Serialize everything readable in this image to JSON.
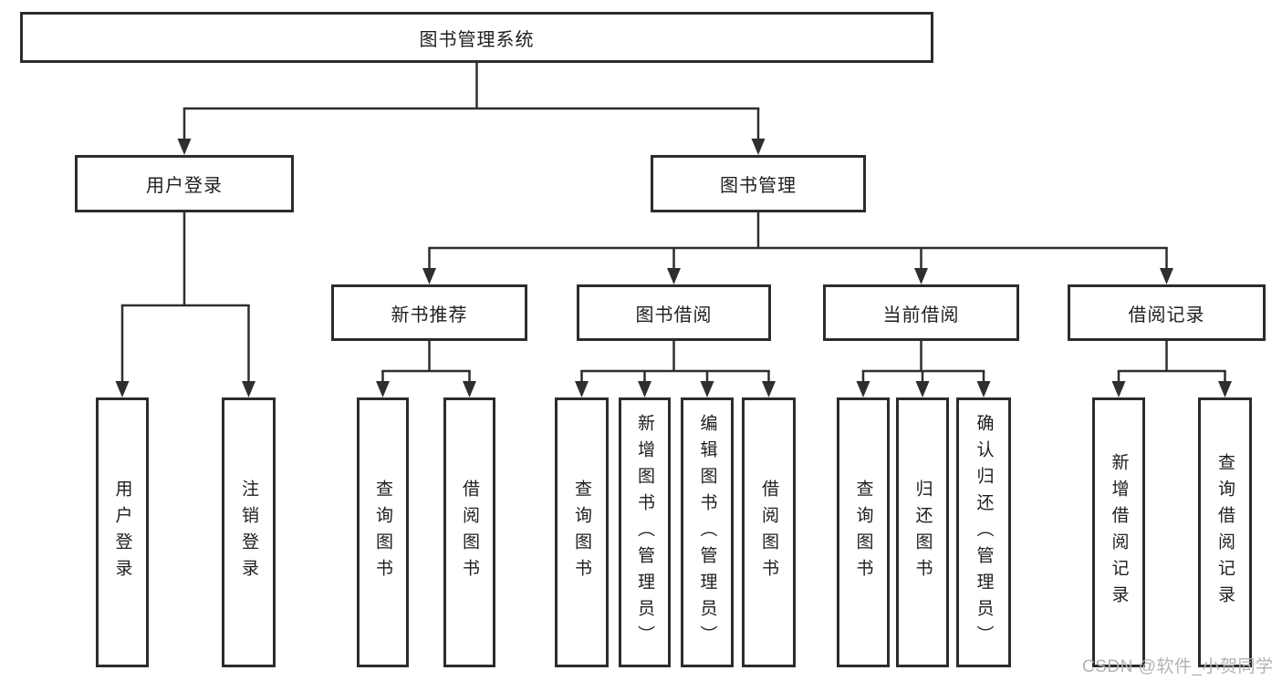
{
  "tree": {
    "label": "图书管理系统",
    "children": [
      {
        "label": "用户登录",
        "children": [
          {
            "label": "用户登录"
          },
          {
            "label": "注销登录"
          }
        ]
      },
      {
        "label": "图书管理",
        "children": [
          {
            "label": "新书推荐",
            "children": [
              {
                "label": "查询图书"
              },
              {
                "label": "借阅图书"
              }
            ]
          },
          {
            "label": "图书借阅",
            "children": [
              {
                "label": "查询图书"
              },
              {
                "label": "新增图书（管理员）"
              },
              {
                "label": "编辑图书（管理员）"
              },
              {
                "label": "借阅图书"
              }
            ]
          },
          {
            "label": "当前借阅",
            "children": [
              {
                "label": "查询图书"
              },
              {
                "label": "归还图书"
              },
              {
                "label": "确认归还（管理员）"
              }
            ]
          },
          {
            "label": "借阅记录",
            "children": [
              {
                "label": "新增借阅记录"
              },
              {
                "label": "查询借阅记录"
              }
            ]
          }
        ]
      }
    ]
  },
  "watermark": {
    "text": "CSDN @软件_小贺同学"
  },
  "colors": {
    "line": "#2e2e2e",
    "box_border": "#2c2c2c",
    "box_fill": "#ffffff",
    "text": "#1e1e1e",
    "watermark": "#b3b3b3",
    "background": "#ffffff"
  }
}
